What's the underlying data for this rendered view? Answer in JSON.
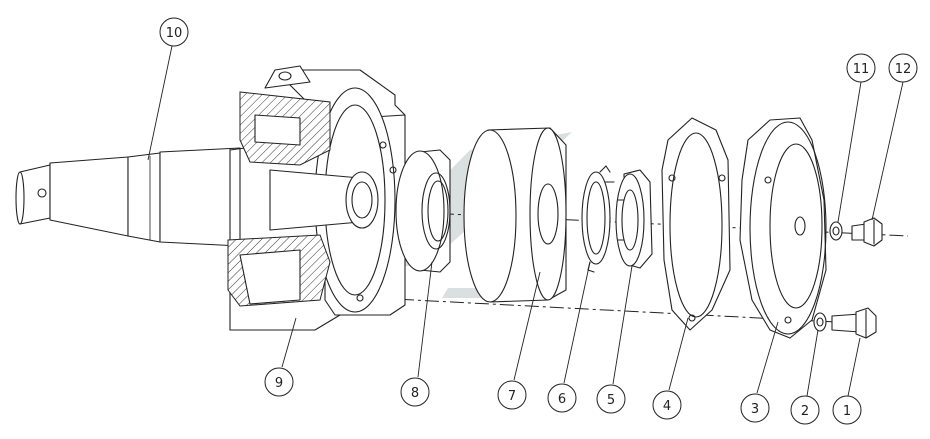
{
  "diagram": {
    "type": "exploded-assembly-drawing",
    "callouts": [
      {
        "id": "c1",
        "label": "1"
      },
      {
        "id": "c2",
        "label": "2"
      },
      {
        "id": "c3",
        "label": "3"
      },
      {
        "id": "c4",
        "label": "4"
      },
      {
        "id": "c5",
        "label": "5"
      },
      {
        "id": "c6",
        "label": "6"
      },
      {
        "id": "c7",
        "label": "7"
      },
      {
        "id": "c8",
        "label": "8"
      },
      {
        "id": "c9",
        "label": "9"
      },
      {
        "id": "c10",
        "label": "10"
      },
      {
        "id": "c11",
        "label": "11"
      },
      {
        "id": "c12",
        "label": "12"
      }
    ],
    "colors": {
      "line": "#222222",
      "watermark": "#cdd6d4",
      "background": "#ffffff"
    }
  }
}
